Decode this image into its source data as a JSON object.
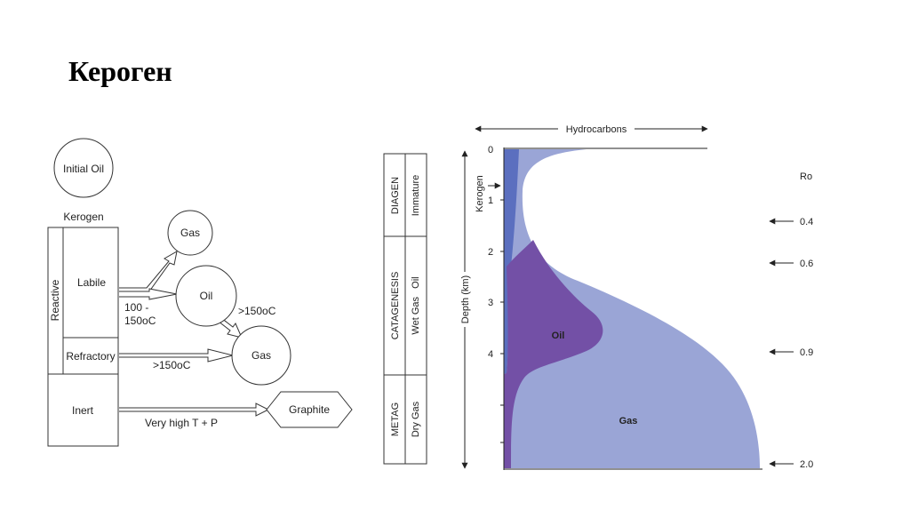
{
  "slide": {
    "title": "Кероген"
  },
  "left_diagram": {
    "initial_oil": "Initial Oil",
    "kerogen": "Kerogen",
    "reactive": "Reactive",
    "labile": "Labile",
    "refractory": "Refractory",
    "inert": "Inert",
    "gas_top": "Gas",
    "oil": "Oil",
    "gas_bottom": "Gas",
    "graphite": "Graphite",
    "temp_range_1": "100 -",
    "temp_range_2": "150oC",
    "temp_oil_gas": ">150oC",
    "temp_refractory": ">150oC",
    "inert_condition": "Very high T + P"
  },
  "right_diagram": {
    "stages": [
      {
        "stage": "DIAGEN",
        "product": "Immature"
      },
      {
        "stage": "CATAGENESIS",
        "product": "Wet Gas   Oil"
      },
      {
        "stage": "METAG",
        "product": "Dry Gas"
      }
    ],
    "hydrocarbons_label": "Hydrocarbons",
    "depth_label": "Depth (km)",
    "kerogen_label": "Kerogen",
    "depth_ticks": [
      "0",
      "1",
      "2",
      "3",
      "4"
    ],
    "oil_label": "Oil",
    "gas_label": "Gas",
    "ro_label": "Ro",
    "ro_values": [
      "0.4",
      "0.6",
      "0.9",
      "2.0"
    ],
    "colors": {
      "kerogen": "#5b6fbf",
      "gas": "#9aa5d6",
      "oil": "#7350a6"
    }
  }
}
